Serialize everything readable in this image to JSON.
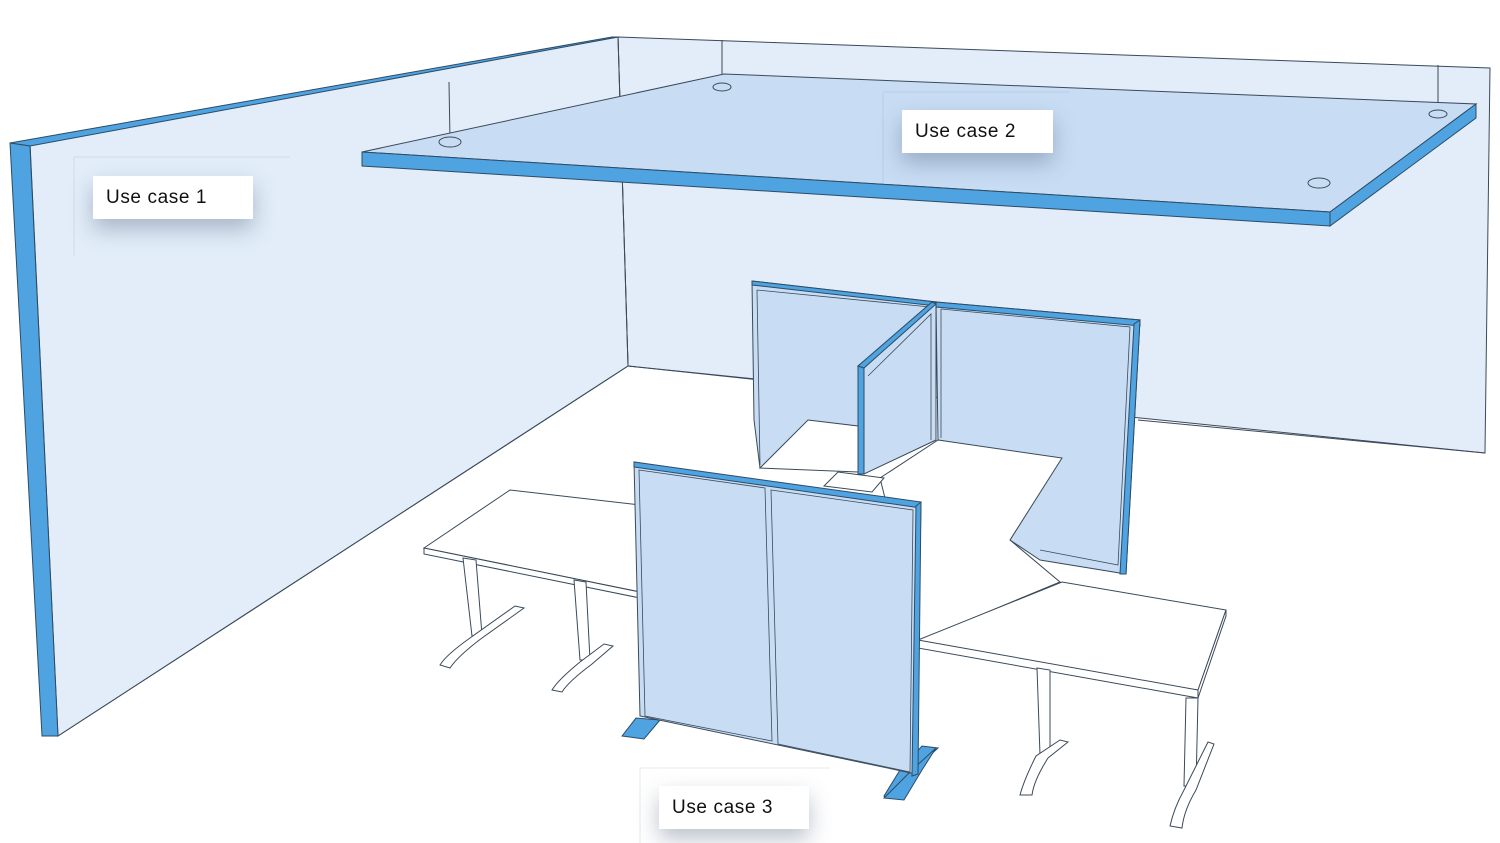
{
  "illustration": {
    "description": "Isometric office room with acoustic panels",
    "colors": {
      "panel_edge": "#4ea3e0",
      "panel_face": "#c8ddf4",
      "wall_face": "#e2edf9",
      "outline": "#3a4a5a",
      "floor": "#ffffff"
    }
  },
  "callouts": [
    {
      "label": "Use case 1",
      "target": "wall-mounted panel"
    },
    {
      "label": "Use case 2",
      "target": "ceiling-suspended panel"
    },
    {
      "label": "Use case 3",
      "target": "freestanding desk divider panels"
    }
  ]
}
